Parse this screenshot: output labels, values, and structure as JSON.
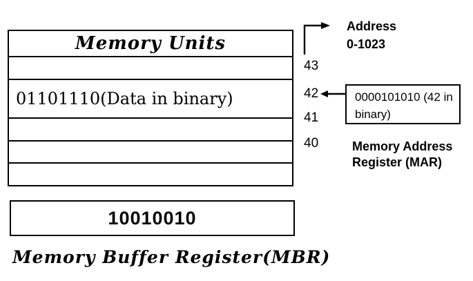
{
  "memory_table": {
    "header": "Memory Units",
    "rows": [
      {
        "content": "",
        "address": "43"
      },
      {
        "content": "01101110(Data in binary)",
        "address": "42"
      },
      {
        "content": "",
        "address": "41"
      },
      {
        "content": "",
        "address": "40"
      },
      {
        "content": "",
        "address": ""
      }
    ]
  },
  "address_pointer": {
    "label_line1": "Address",
    "label_line2": "0-1023"
  },
  "mar": {
    "value": "0000101010 (42 in binary)",
    "label_line1": "Memory Address",
    "label_line2": "Register (MAR)"
  },
  "mbr": {
    "value": "10010010",
    "label": "Memory Buffer Register(MBR)"
  },
  "icons": {
    "up_right_arrow": "up-right-arrow-icon",
    "left_arrow": "left-arrow-icon"
  },
  "colors": {
    "ink": "#000000",
    "background": "#ffffff"
  }
}
